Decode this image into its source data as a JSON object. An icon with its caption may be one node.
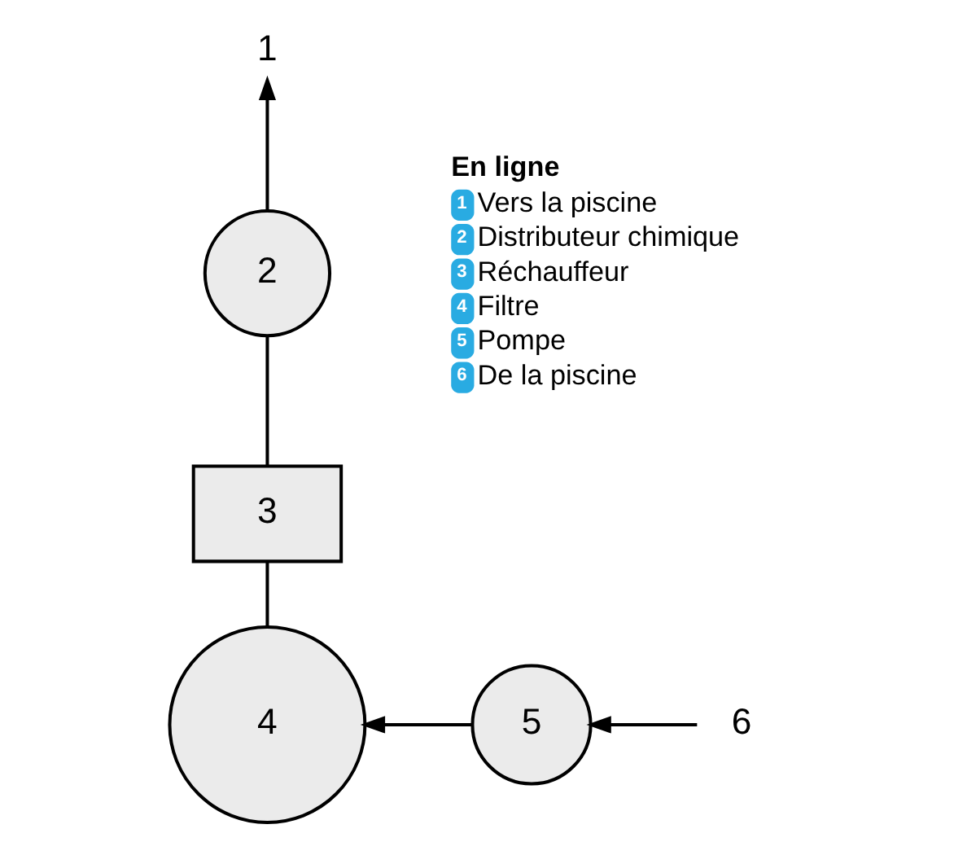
{
  "diagram": {
    "nodes": [
      {
        "text": [
          "1"
        ]
      },
      {
        "text": [
          "2"
        ]
      },
      {
        "text": [
          "3"
        ]
      },
      {
        "text": [
          "4"
        ]
      },
      {
        "text": [
          "5"
        ]
      },
      {
        "text": [
          "6"
        ]
      }
    ],
    "edges": [
      {
        "from": 5,
        "to": 4,
        "arrow": "to"
      },
      {
        "from": 4,
        "to": 3,
        "arrow": "to"
      },
      {
        "from": 3,
        "to": 2,
        "arrow": "none"
      },
      {
        "from": 2,
        "to": 1,
        "arrow": "none"
      },
      {
        "from": 1,
        "to": 0,
        "arrow": "to"
      }
    ],
    "labels": [
      "En ligne",
      "1",
      "Vers la piscine",
      "2",
      "Distributeur chimique",
      "3",
      "Réchauffeur",
      "4",
      "Filtre",
      "5",
      "Pompe",
      "6",
      "De la piscine"
    ]
  }
}
